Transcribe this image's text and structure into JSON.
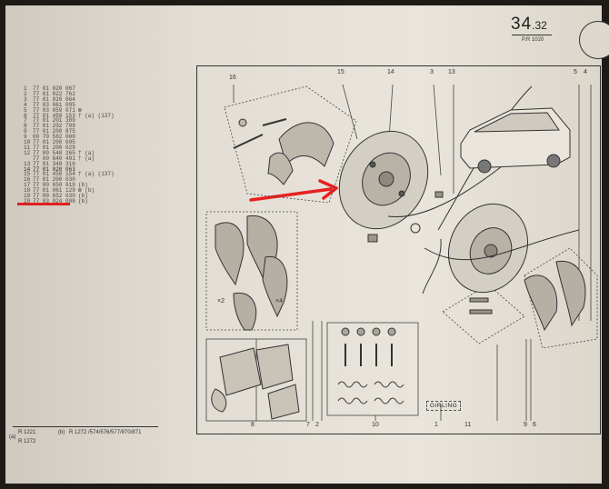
{
  "page_number": {
    "main": "34",
    "sub": ".32",
    "ref": "P.R 1020"
  },
  "parts_list": [
    {
      "no": "1",
      "code": "77 01 020 067",
      "note": ""
    },
    {
      "no": "2",
      "code": "77 01 022 762",
      "note": ""
    },
    {
      "no": "3",
      "code": "77 01 020 064",
      "note": ""
    },
    {
      "no": "4",
      "code": "77 03 061 095",
      "note": ""
    },
    {
      "no": "5",
      "code": "77 03 059 071",
      "note": "⊠"
    },
    {
      "no": "6",
      "code": "77 01 458 153",
      "note": "† (a) (137)"
    },
    {
      "no": "7",
      "code": "77 01 201 389",
      "note": ""
    },
    {
      "no": "8",
      "code": "77 01 202 799",
      "note": ""
    },
    {
      "no": "9",
      "code": "77 01 200 875",
      "note": ""
    },
    {
      "no": "9",
      "code": "00 70 582 000",
      "note": ""
    },
    {
      "no": "10",
      "code": "77 01 200 695",
      "note": ""
    },
    {
      "no": "11",
      "code": "77 01 200 029",
      "note": ""
    },
    {
      "no": "12",
      "code": "77 00 548 265",
      "note": "† (a)"
    },
    {
      "no": "",
      "code": "77 00 640 491",
      "note": "† (a)"
    },
    {
      "no": "13",
      "code": "77 01 348 316",
      "note": ""
    },
    {
      "no": "14",
      "code": "77 01 020 063",
      "note": ""
    },
    {
      "no": "15",
      "code": "77 01 458 154",
      "note": "† (a) (137)"
    },
    {
      "no": "16",
      "code": "77 01 200 030",
      "note": ""
    },
    {
      "no": "17",
      "code": "77 00 650 619",
      "note": "(b)"
    },
    {
      "no": "18",
      "code": "77 01 061 129",
      "note": "⊠ (b)"
    },
    {
      "no": "19",
      "code": "77 00 652 030",
      "note": "(b)"
    },
    {
      "no": "20",
      "code": "77 03 024 008",
      "note": "(b)"
    }
  ],
  "highlight_color": "#e02020",
  "brand_label": "GIRLING",
  "callouts_top": [
    "16",
    "15",
    "14",
    "3",
    "13",
    "5",
    "4"
  ],
  "callouts_bottom": [
    "8",
    "7",
    "2",
    "10",
    "1",
    "11",
    "9",
    "6"
  ],
  "subcaptions": [
    "×2",
    "×4"
  ],
  "footer": {
    "left_a": "R 1221",
    "left_b": "R 1272",
    "left_tag": "(a)",
    "right_tag": "(b)",
    "right_text": "R 1272 /574/576/577/870/871"
  }
}
